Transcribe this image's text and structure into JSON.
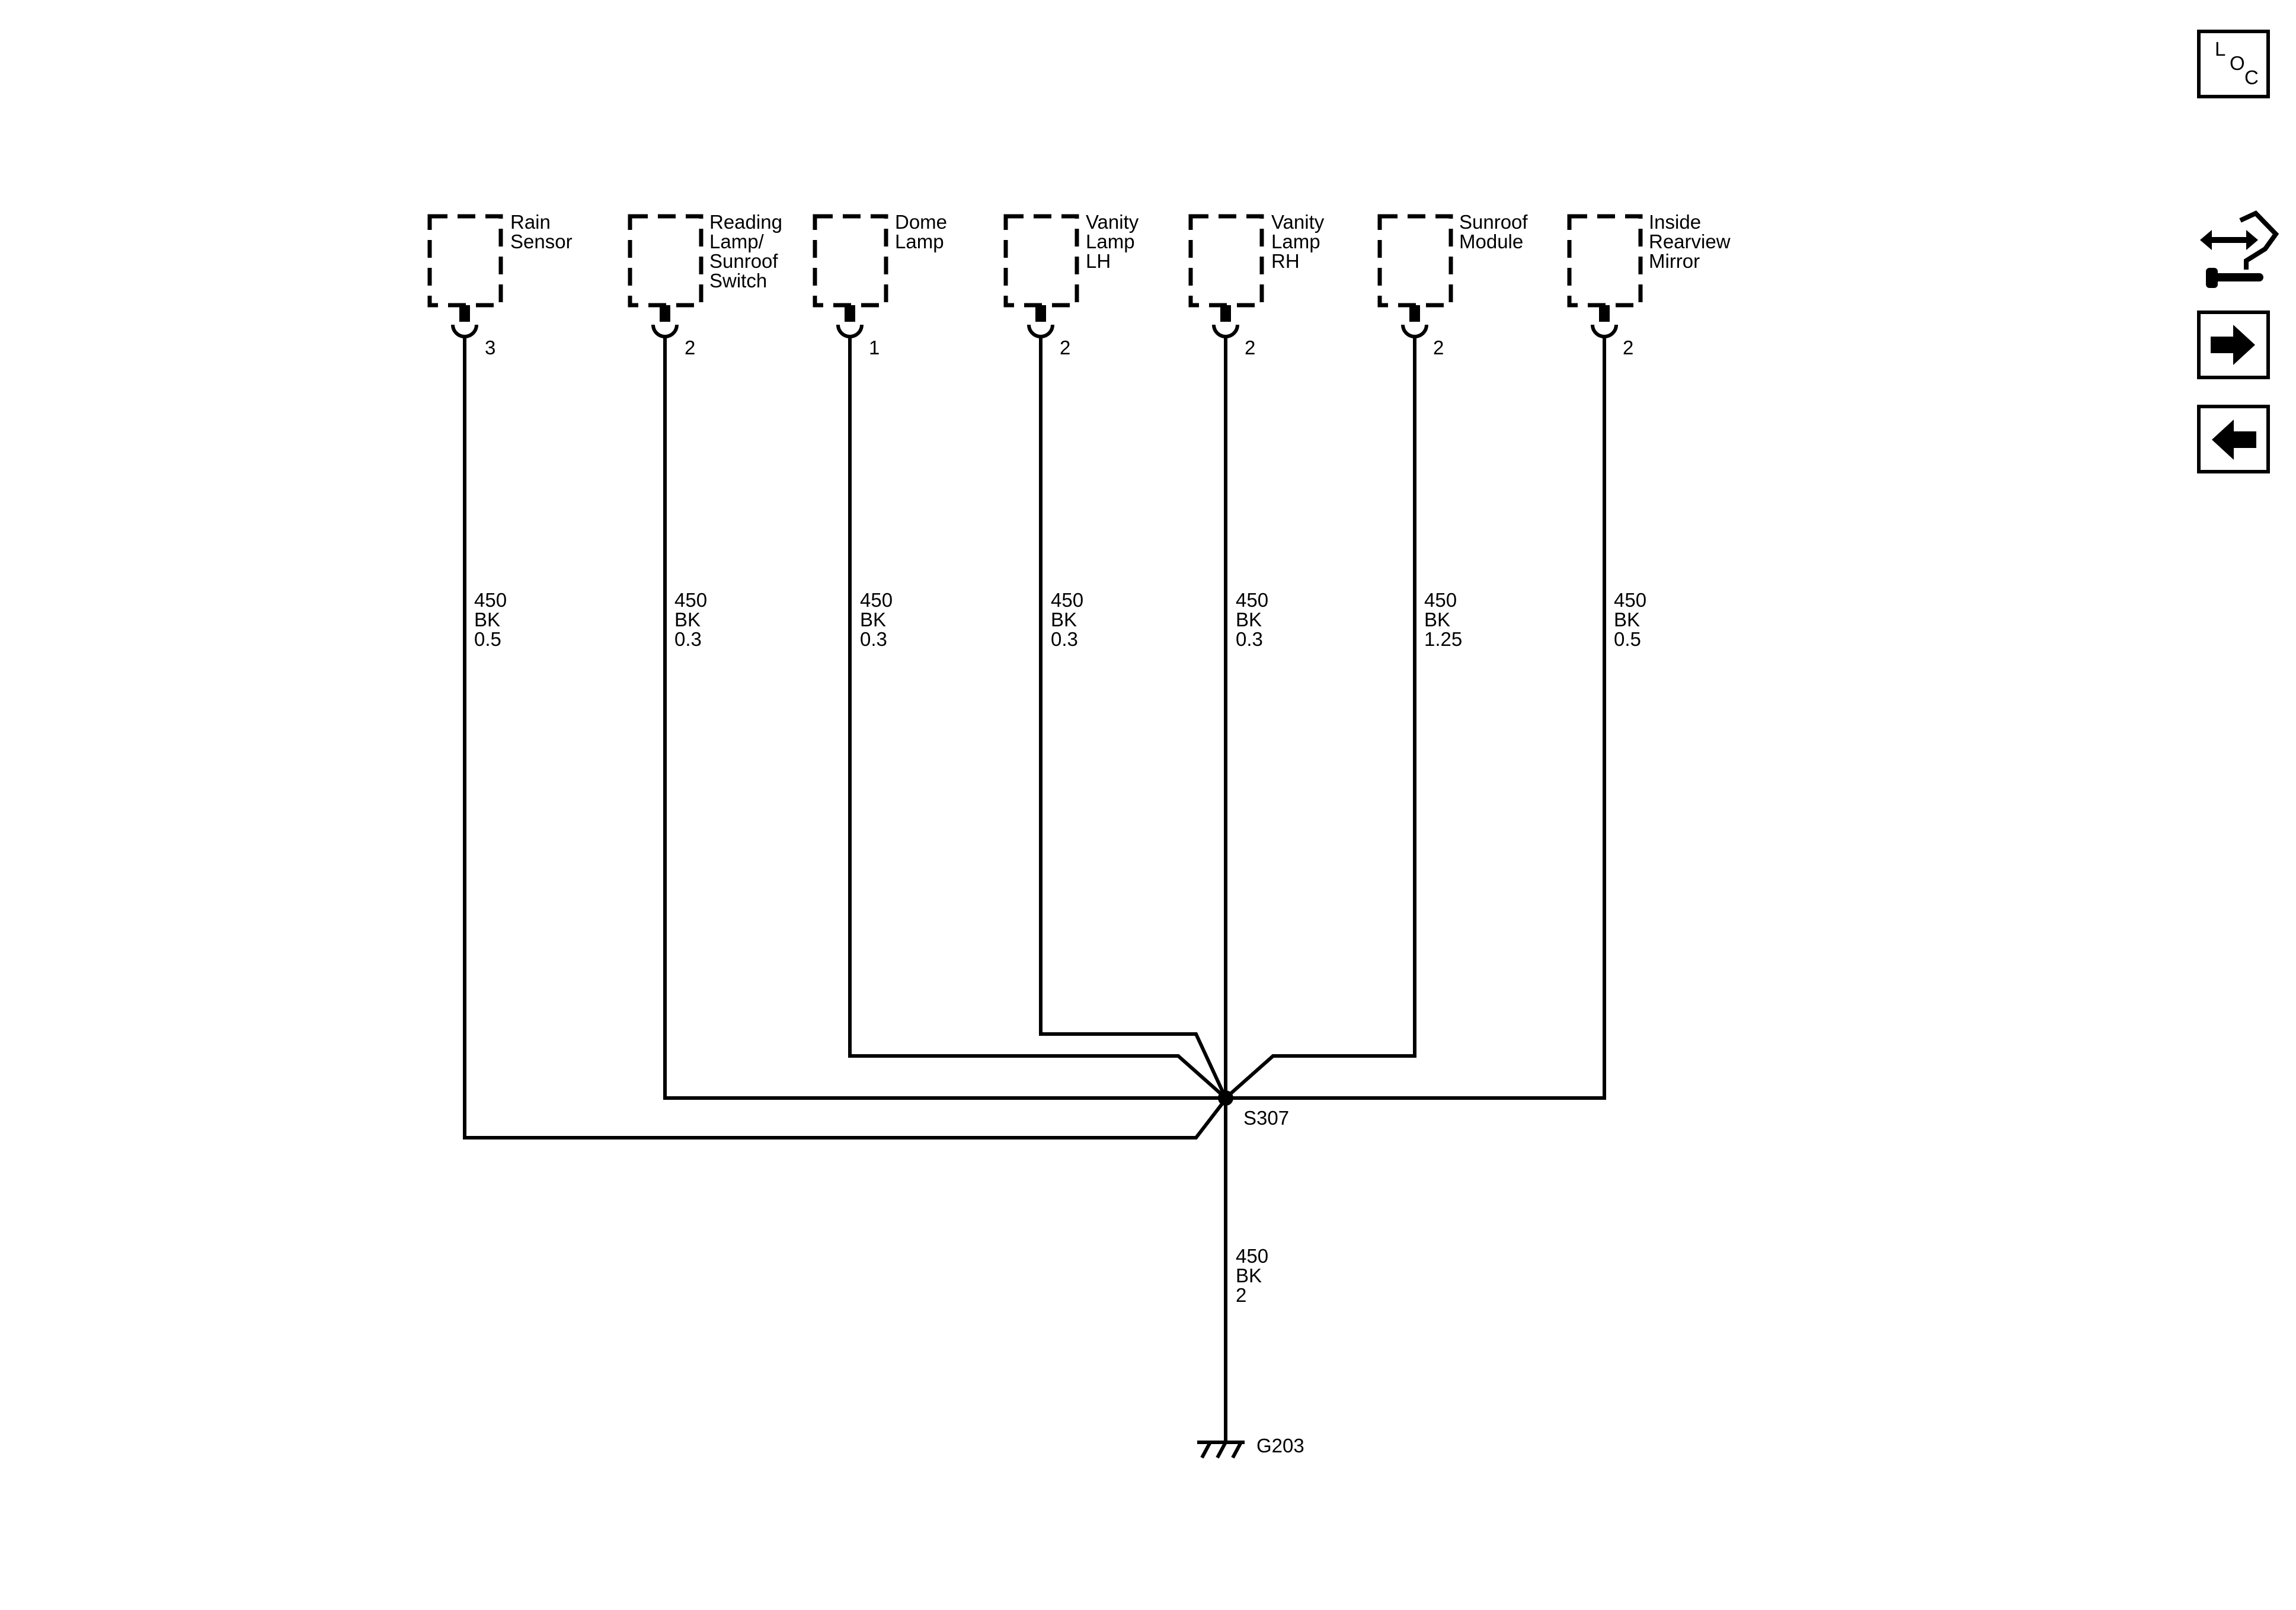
{
  "components": [
    {
      "id": "rain-sensor",
      "lines": [
        "Rain",
        "Sensor"
      ],
      "pin": "3",
      "wire": [
        "450",
        "BK",
        "0.5"
      ]
    },
    {
      "id": "reading-lamp-sunroof-switch",
      "lines": [
        "Reading",
        "Lamp/",
        "Sunroof",
        "Switch"
      ],
      "pin": "2",
      "wire": [
        "450",
        "BK",
        "0.3"
      ]
    },
    {
      "id": "dome-lamp",
      "lines": [
        "Dome",
        "Lamp"
      ],
      "pin": "1",
      "wire": [
        "450",
        "BK",
        "0.3"
      ]
    },
    {
      "id": "vanity-lamp-lh",
      "lines": [
        "Vanity",
        "Lamp",
        "LH"
      ],
      "pin": "2",
      "wire": [
        "450",
        "BK",
        "0.3"
      ]
    },
    {
      "id": "vanity-lamp-rh",
      "lines": [
        "Vanity",
        "Lamp",
        "RH"
      ],
      "pin": "2",
      "wire": [
        "450",
        "BK",
        "0.3"
      ]
    },
    {
      "id": "sunroof-module",
      "lines": [
        "Sunroof",
        "Module"
      ],
      "pin": "2",
      "wire": [
        "450",
        "BK",
        "1.25"
      ]
    },
    {
      "id": "inside-rearview-mirror",
      "lines": [
        "Inside",
        "Rearview",
        "Mirror"
      ],
      "pin": "2",
      "wire": [
        "450",
        "BK",
        "0.5"
      ]
    }
  ],
  "splice": {
    "label": "S307"
  },
  "ground_wire": [
    "450",
    "BK",
    "2"
  ],
  "ground": {
    "label": "G203"
  },
  "loc_button": {
    "letters": [
      "L",
      "O",
      "C"
    ]
  },
  "icons": {
    "harness": "harness-routing-icon",
    "next": "arrow-right-icon",
    "prev": "arrow-left-icon"
  }
}
